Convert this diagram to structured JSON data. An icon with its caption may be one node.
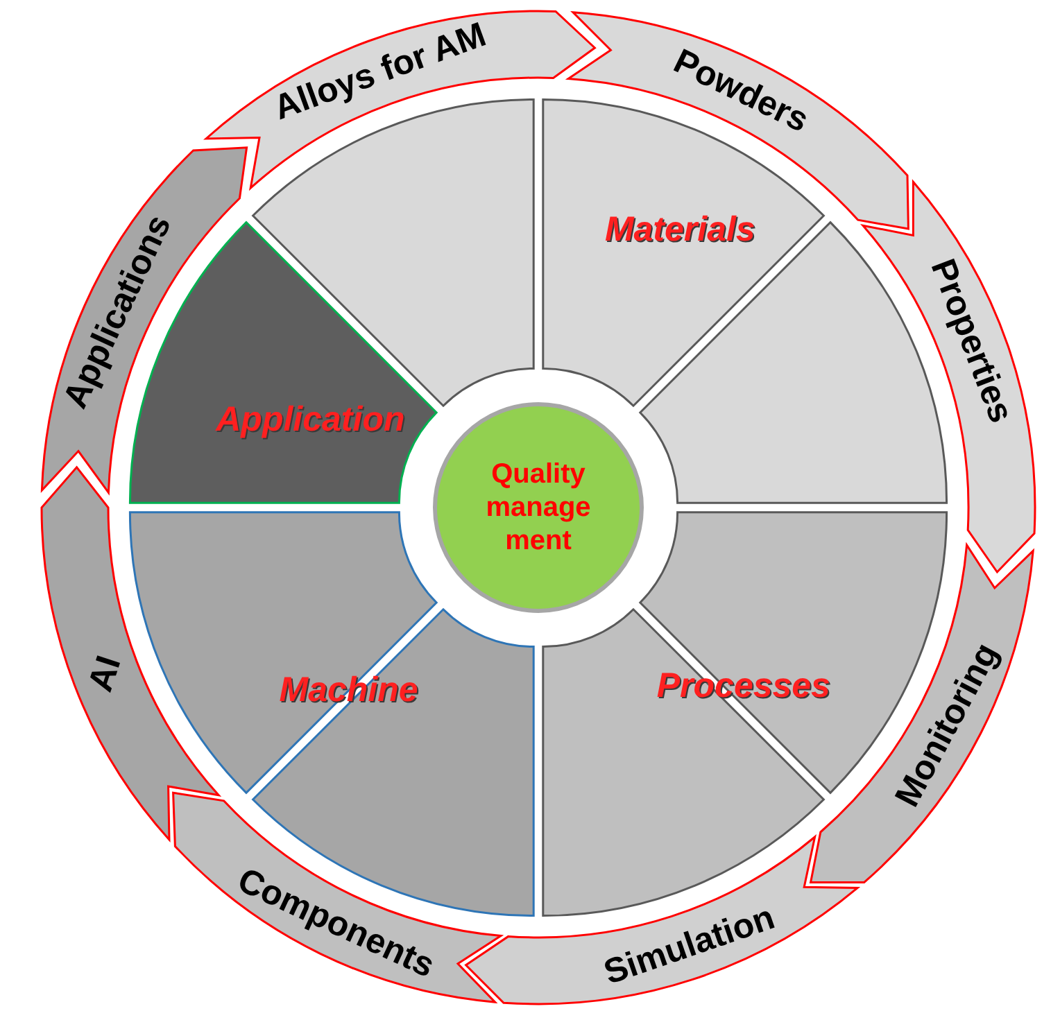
{
  "diagram": {
    "nodes": [
      {
        "text": [],
        "shape": "sector"
      },
      {
        "text": [
          "Materials"
        ]
      },
      {
        "text": [],
        "shape": "sector"
      },
      {
        "text": [
          "Processes"
        ]
      },
      {
        "text": [],
        "shape": "sector"
      },
      {
        "text": [],
        "shape": "sector"
      },
      {
        "text": [
          "Machine"
        ]
      },
      {
        "text": [
          "Application"
        ]
      },
      {
        "text": [
          "Quality manage ment"
        ]
      },
      {
        "text": [
          "Alloys for AM"
        ]
      },
      {
        "text": [
          "Powders"
        ]
      },
      {
        "text": [
          "Properties"
        ]
      },
      {
        "text": [
          "Monitoring"
        ]
      },
      {
        "text": [
          "Simulation"
        ]
      },
      {
        "text": [
          "Components"
        ]
      },
      {
        "text": [
          "AI"
        ]
      },
      {
        "text": [
          "Applications"
        ]
      }
    ]
  }
}
